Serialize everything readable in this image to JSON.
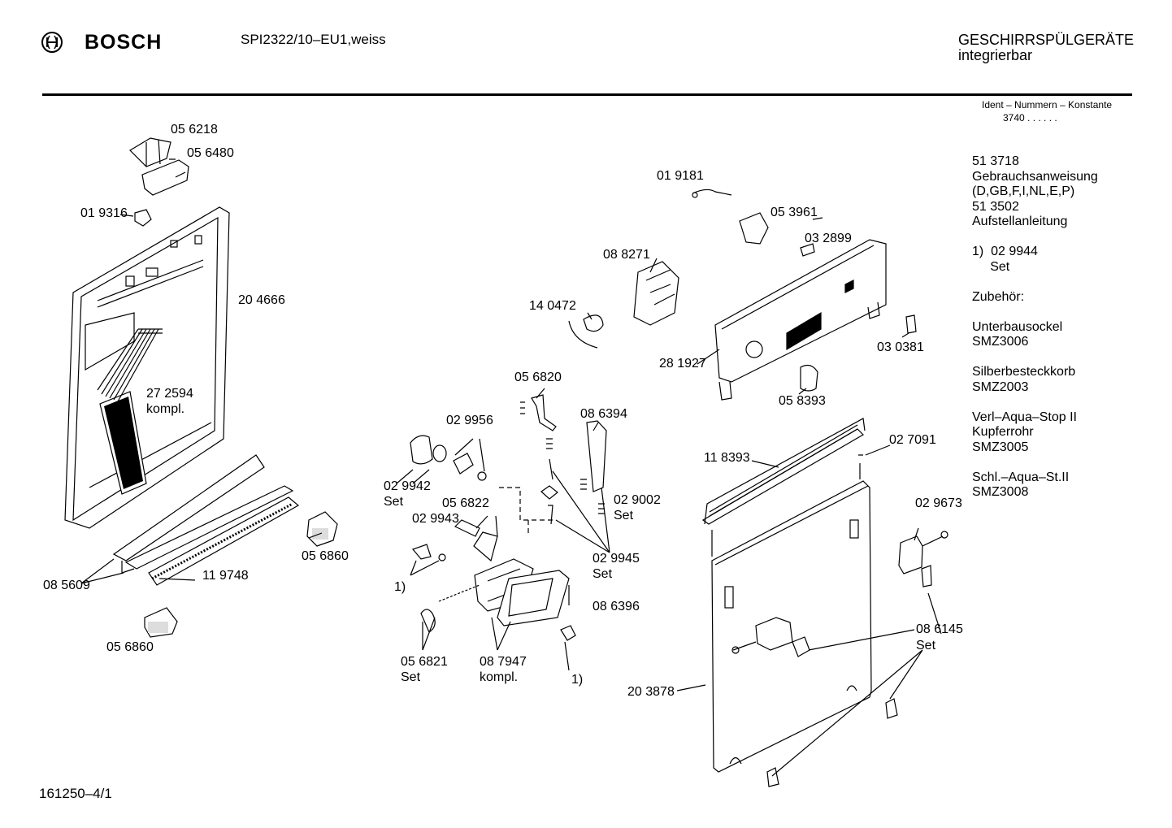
{
  "header": {
    "brand": "BOSCH",
    "model": "SPI2322/10–EU1,weiss",
    "category_line1": "GESCHIRRSPÜLGERÄTE",
    "category_line2": "integrierbar",
    "ident_label": "Ident – Nummern – Konstante",
    "ident_value": "3740 . .  . . . ."
  },
  "footer": {
    "drawing_number": "161250–4/1"
  },
  "sidebar": [
    "51 3718",
    "Gebrauchsanweisung",
    "(D,GB,F,I,NL,E,P)",
    "51 3502",
    "Aufstellanleitung",
    "",
    "1)  02 9944",
    "     Set",
    "",
    "Zubehör:",
    "",
    "Unterbausockel",
    "SMZ3006",
    "",
    "Silberbesteckkorb",
    "SMZ2003",
    "",
    "Verl–Aqua–Stop II",
    "Kupferrohr",
    "SMZ3005",
    "",
    "Schl.–Aqua–St.II",
    "SMZ3008"
  ],
  "labels": {
    "p056218": "05 6218",
    "p056480": "05 6480",
    "p019316": "01 9316",
    "p204666": "20 4666",
    "p272594": "27 2594",
    "kompl1": "kompl.",
    "p085609": "08 5609",
    "p119748": "11 9748",
    "p056860a": "05 6860",
    "p056860b": "05 6860",
    "p029956": "02 9956",
    "p029942": "02 9942",
    "set1": "Set",
    "p056822": "05 6822",
    "p029943": "02 9943",
    "fn1a": "1)",
    "p056821": "05 6821",
    "set2": "Set",
    "p087947": "08 7947",
    "kompl2": "kompl.",
    "fn1b": "1)",
    "p056820": "05 6820",
    "p086394": "08 6394",
    "p029002": "02 9002",
    "set3": "Set",
    "p029945": "02 9945",
    "set4": "Set",
    "p086396": "08 6396",
    "p019181": "01 9181",
    "p053961": "05 3961",
    "p032899": "03 2899",
    "p088271": "08 8271",
    "p140472": "14 0472",
    "p281927": "28 1927",
    "p058393": "05 8393",
    "p030381": "03 0381",
    "p118393": "11 8393",
    "p027091": "02 7091",
    "p029673": "02 9673",
    "p086145": "08 6145",
    "set5": "Set",
    "p203878": "20 3878"
  }
}
